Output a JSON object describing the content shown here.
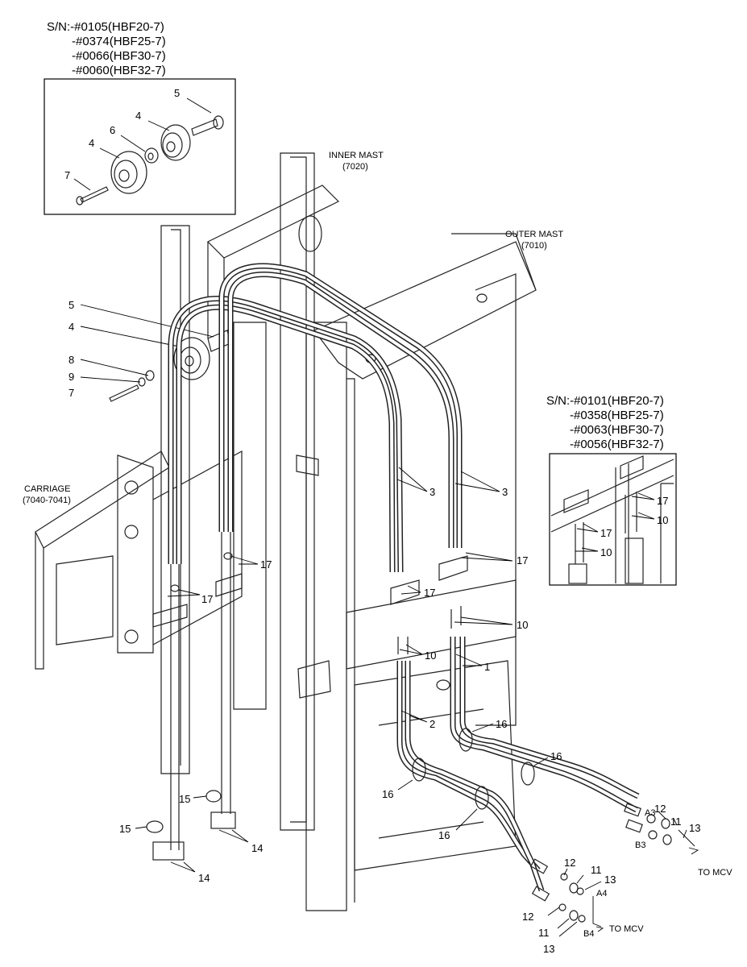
{
  "serial_notes": {
    "upper_left": [
      "S/N:-#0105(HBF20-7)",
      "-#0374(HBF25-7)",
      "-#0066(HBF30-7)",
      "-#0060(HBF32-7)"
    ],
    "right": [
      "S/N:-#0101(HBF20-7)",
      "-#0358(HBF25-7)",
      "-#0063(HBF30-7)",
      "-#0056(HBF32-7)"
    ]
  },
  "assemblies": {
    "inner_mast": "INNER MAST",
    "inner_mast_code": "(7020)",
    "outer_mast": "OUTER MAST",
    "outer_mast_code": "(7010)",
    "carriage": "CARRIAGE",
    "carriage_code": "(7040-7041)"
  },
  "callouts": {
    "c1": "1",
    "c2": "2",
    "c3a": "3",
    "c3b": "3",
    "c4a": "4",
    "c4b": "4",
    "c4c": "4",
    "c5a": "5",
    "c5b": "5",
    "c6": "6",
    "c7a": "7",
    "c7b": "7",
    "c8": "8",
    "c9": "9",
    "c10a": "10",
    "c10b": "10",
    "c10c": "10",
    "c10d": "10",
    "c11a": "11",
    "c11b": "11",
    "c11c": "11",
    "c12a": "12",
    "c12b": "12",
    "c12c": "12",
    "c13a": "13",
    "c13b": "13",
    "c13c": "13",
    "c14a": "14",
    "c14b": "14",
    "c15a": "15",
    "c15b": "15",
    "c16a": "16",
    "c16b": "16",
    "c16c": "16",
    "c16d": "16",
    "c17a": "17",
    "c17b": "17",
    "c17c": "17",
    "c17d": "17",
    "c17e": "17",
    "c17f": "17"
  },
  "ports": {
    "a3": "A3",
    "b3": "B3",
    "a4": "A4",
    "b4": "B4"
  },
  "destinations": {
    "to_mcv_1": "TO MCV",
    "to_mcv_2": "TO MCV"
  }
}
